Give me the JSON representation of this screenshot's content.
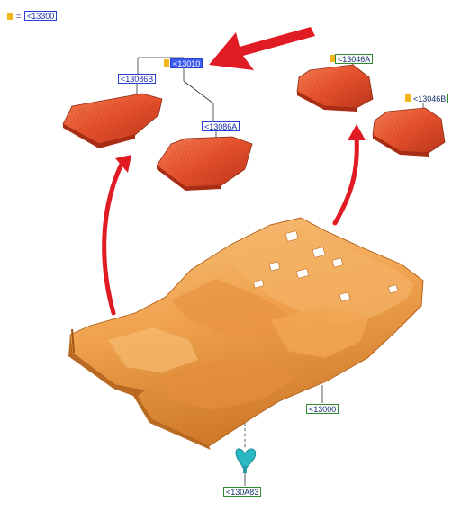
{
  "legend": {
    "equals": "=",
    "ref": "<13300"
  },
  "callouts": {
    "c13010": "<13010",
    "c13086b": "<13086B",
    "c13086a": "<13086A",
    "c13046a": "<13046A",
    "c13046b": "<13046B",
    "c13000": "<13000",
    "c130a83": "<130A83"
  },
  "colors": {
    "mat": "#e4502c",
    "mat_dark": "#a92d14",
    "carpet": "#f0a24e",
    "carpet_dark": "#c06a1d",
    "arrow": "#e01b24",
    "clip": "#2ab7c4",
    "marker": "#f2b51a",
    "selected": "#3d5cf2"
  },
  "icons": [
    "red-arrow-icon",
    "clip-fastener-icon"
  ]
}
